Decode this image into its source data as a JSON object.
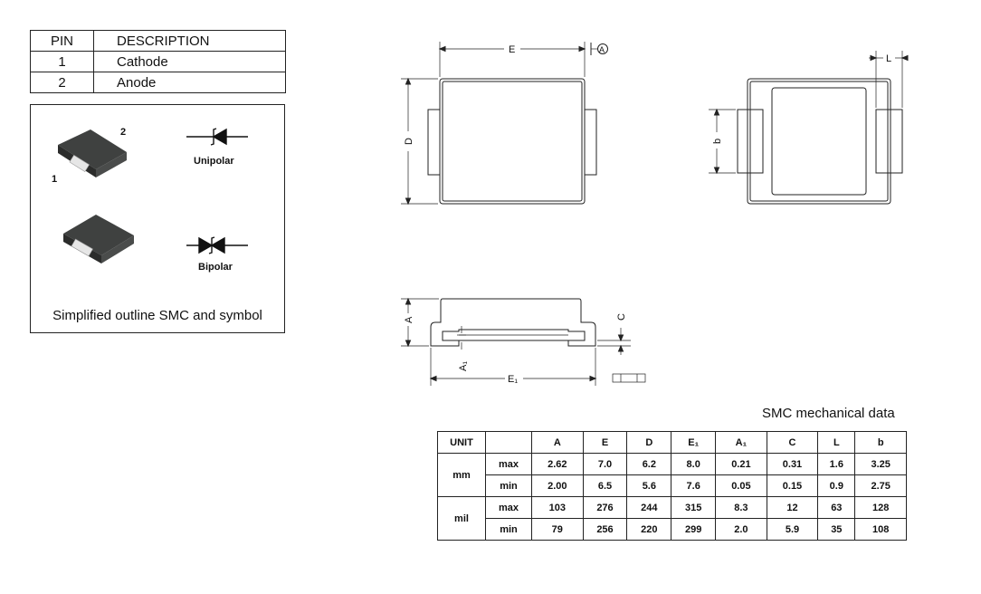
{
  "pin_table": {
    "headers": [
      "PIN",
      "DESCRIPTION"
    ],
    "rows": [
      {
        "pin": "1",
        "description": "Cathode"
      },
      {
        "pin": "2",
        "description": "Anode"
      }
    ]
  },
  "outline": {
    "caption": "Simplified outline SMC and symbol",
    "unipolar_label": "Unipolar",
    "bipolar_label": "Bipolar",
    "pin_1_label": "1",
    "pin_2_label": "2"
  },
  "drawing": {
    "dim_E": "E",
    "dim_D": "D",
    "dim_L": "L",
    "dim_b": "b",
    "dim_A": "A",
    "dim_C": "C",
    "dim_A1": "A₁",
    "dim_E1": "E₁",
    "datum": "A"
  },
  "mech": {
    "title": "SMC mechanical data",
    "unit_header": "UNIT",
    "columns": [
      "A",
      "E",
      "D",
      "E₁",
      "A₁",
      "C",
      "L",
      "b"
    ],
    "groups": [
      {
        "unit": "mm",
        "rows": [
          {
            "limit": "max",
            "values": [
              "2.62",
              "7.0",
              "6.2",
              "8.0",
              "0.21",
              "0.31",
              "1.6",
              "3.25"
            ]
          },
          {
            "limit": "min",
            "values": [
              "2.00",
              "6.5",
              "5.6",
              "7.6",
              "0.05",
              "0.15",
              "0.9",
              "2.75"
            ]
          }
        ]
      },
      {
        "unit": "mil",
        "rows": [
          {
            "limit": "max",
            "values": [
              "103",
              "276",
              "244",
              "315",
              "8.3",
              "12",
              "63",
              "128"
            ]
          },
          {
            "limit": "min",
            "values": [
              "79",
              "256",
              "220",
              "299",
              "2.0",
              "5.9",
              "35",
              "108"
            ]
          }
        ]
      }
    ]
  }
}
